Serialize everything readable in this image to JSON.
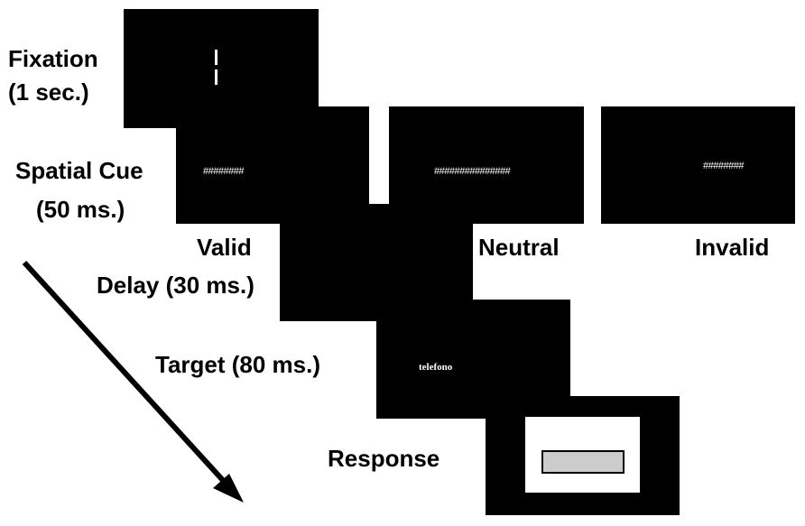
{
  "labels": {
    "fixation": "Fixation",
    "fixation_time": "(1 sec.)",
    "spatial_cue": "Spatial Cue",
    "spatial_cue_time": "(50 ms.)",
    "valid": "Valid",
    "neutral": "Neutral",
    "invalid": "Invalid",
    "delay": "Delay (30 ms.)",
    "target": "Target  (80 ms.)",
    "response": "Response"
  },
  "cues": {
    "valid": "########",
    "neutral": "###############",
    "invalid": "########"
  },
  "target_word": "telefono",
  "colors": {
    "panel": "#000000",
    "background": "#ffffff",
    "response_box": "#cccccc"
  }
}
